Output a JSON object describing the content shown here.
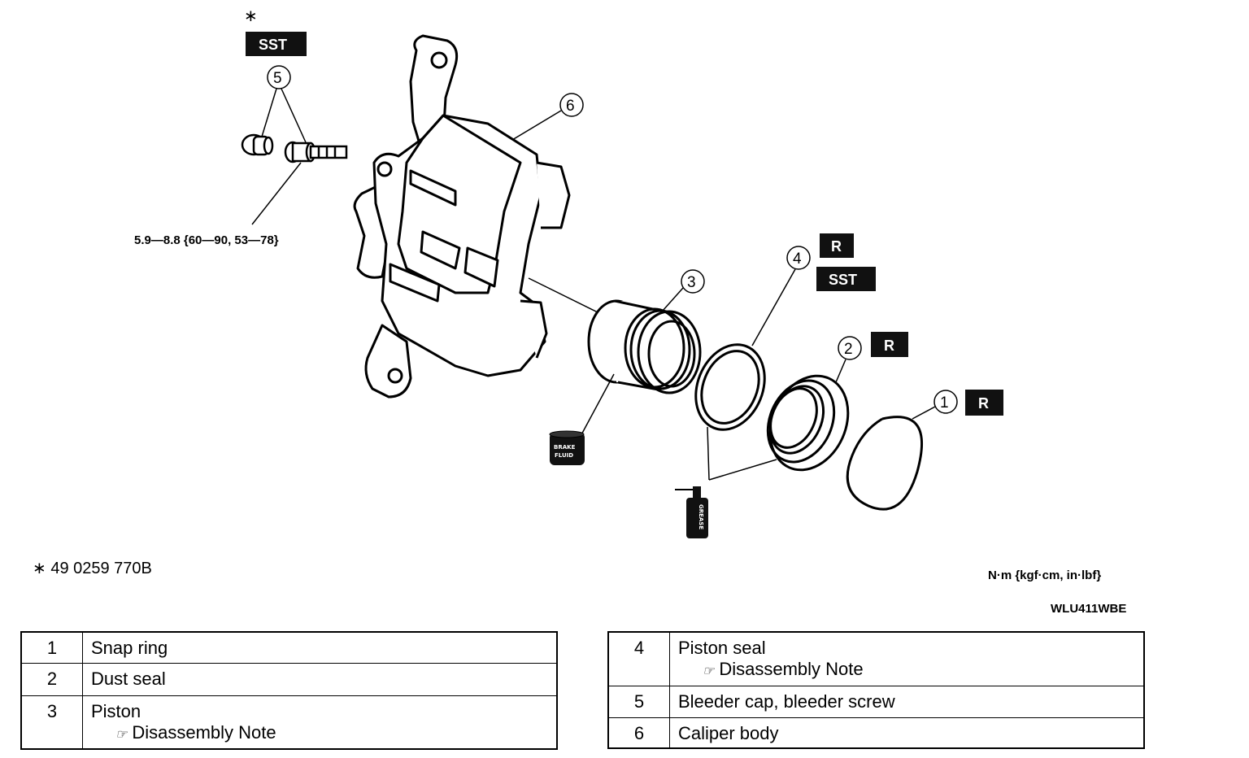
{
  "header": {
    "asterisk": "∗",
    "sst_badge": "SST"
  },
  "callouts": [
    "1",
    "2",
    "3",
    "4",
    "5",
    "6"
  ],
  "badges": {
    "r": "R",
    "sst": "SST"
  },
  "torque_spec": "5.9—8.8 {60—90, 53—78}",
  "sst_number": "∗ 49 0259 770B",
  "units": "N·m {kgf·cm, in·lbf}",
  "figure_code": "WLU411WBE",
  "containers": {
    "brake_fluid": [
      "BRAKE",
      "FLUID"
    ],
    "grease": "GREASE"
  },
  "parts_left": [
    {
      "num": "1",
      "name": "Snap ring",
      "note": ""
    },
    {
      "num": "2",
      "name": "Dust seal",
      "note": ""
    },
    {
      "num": "3",
      "name": "Piston",
      "note": "Disassembly Note"
    }
  ],
  "parts_right": [
    {
      "num": "4",
      "name": "Piston seal",
      "note": "Disassembly Note"
    },
    {
      "num": "5",
      "name": "Bleeder cap, bleeder screw",
      "note": ""
    },
    {
      "num": "6",
      "name": "Caliper body",
      "note": ""
    }
  ],
  "note_icon": "☞"
}
